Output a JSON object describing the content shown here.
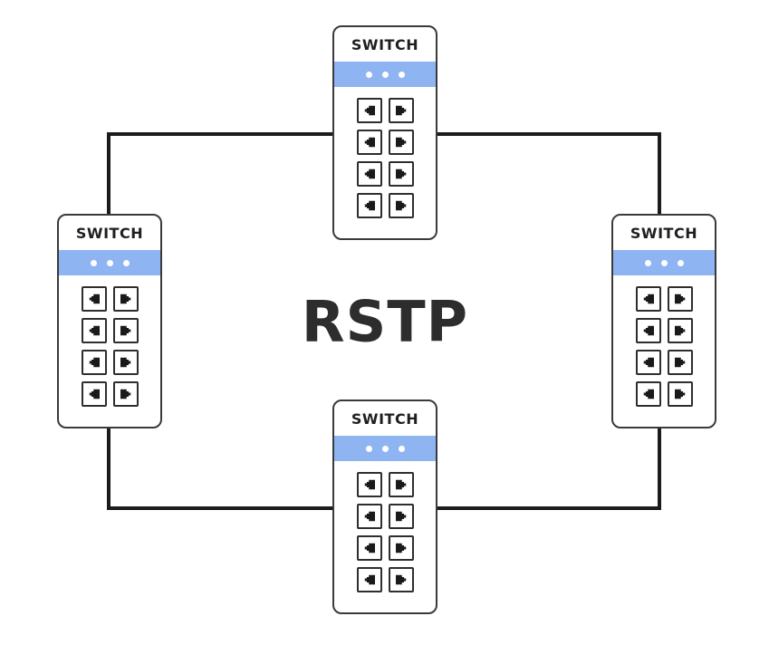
{
  "diagram": {
    "title": "RSTP",
    "accent_blue": "#8fb4f2",
    "line_color": "#1c1c1c",
    "box_border_color": "#3a3a3a",
    "title_color": "#2d2d2d"
  },
  "switches": [
    {
      "id": "top",
      "label": "SWITCH"
    },
    {
      "id": "left",
      "label": "SWITCH"
    },
    {
      "id": "right",
      "label": "SWITCH"
    },
    {
      "id": "bottom",
      "label": "SWITCH"
    }
  ],
  "switch_template": {
    "ports_per_switch": 8,
    "port_columns": 2,
    "status_dots": 3,
    "port_icon": "rj45-port-icon",
    "dot_icon": "status-dot"
  }
}
